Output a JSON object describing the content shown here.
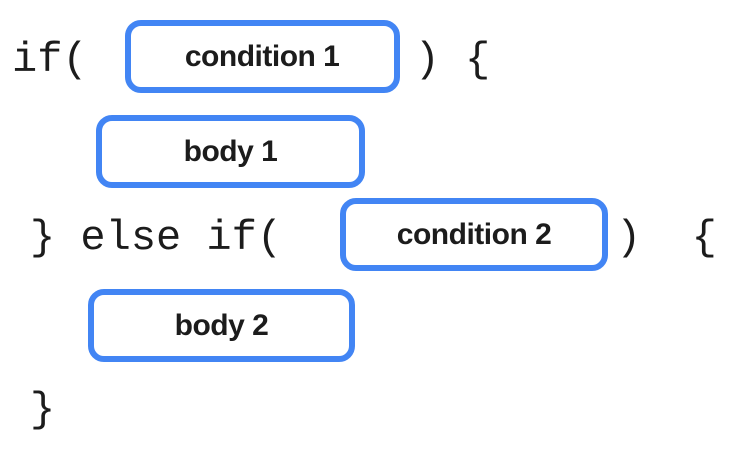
{
  "colors": {
    "accent_blue": "#4285f4",
    "text_black": "#1c1c1c",
    "background": "#ffffff"
  },
  "code_lines": {
    "if_open": "if(",
    "if_close": ") {",
    "else_if_open": "} else if(",
    "else_if_close": ")  {",
    "final_brace": "}"
  },
  "blocks": {
    "condition1": "condition 1",
    "body1": "body 1",
    "condition2": "condition 2",
    "body2": "body 2"
  }
}
